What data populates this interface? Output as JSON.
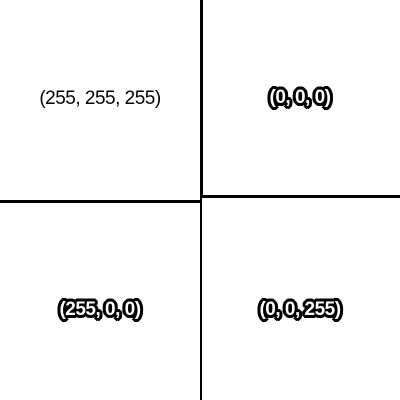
{
  "quadrants": {
    "top_left": {
      "label": "(255, 255, 255)"
    },
    "top_right": {
      "label": "(0, 0, 0)"
    },
    "bottom_left": {
      "label": "(255, 0, 0)"
    },
    "bottom_right": {
      "label": "(0, 0, 255)"
    }
  },
  "colors": {
    "background": "#ffffff",
    "lines": "#000000",
    "label_fill_outlined": "#ffffff",
    "label_outline": "#000000"
  }
}
